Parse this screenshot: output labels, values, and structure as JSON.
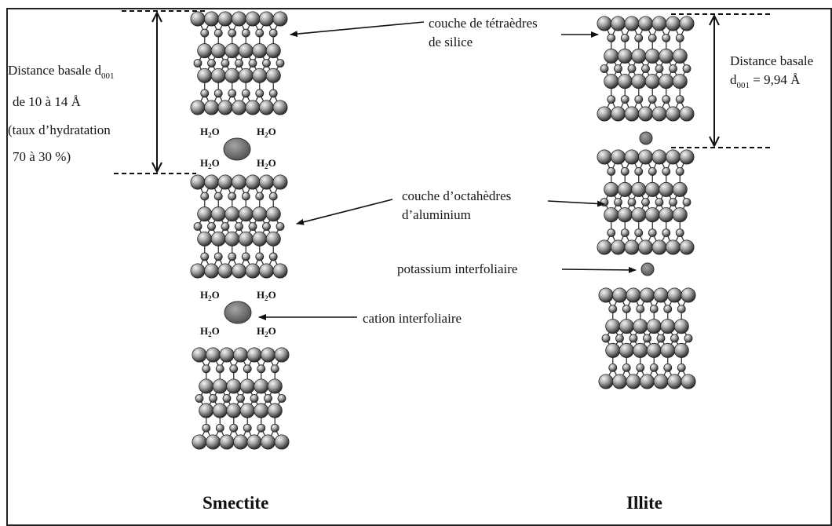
{
  "labels": {
    "silica_line1": "couche de tétraèdres",
    "silica_line2": "de silice",
    "octa_line1": "couche d’octahèdres",
    "octa_line2": "d’aluminium",
    "potassium": "potassium interfoliaire",
    "cation": "cation interfoliaire"
  },
  "smectite": {
    "title": "Smectite",
    "basal_line1_prefix": "Distance basale d",
    "basal_line1_sub": "001",
    "basal_line2": "de 10 à 14 Å",
    "basal_line3": "(taux d’hydratation",
    "basal_line4": "70 à 30 %)",
    "water": "H",
    "water_sub": "2",
    "water_suffix": "O"
  },
  "illite": {
    "title": "Illite",
    "basal_line1": "Distance basale",
    "basal_line2_prefix": "d",
    "basal_line2_sub": "001",
    "basal_line2_suffix": " = 9,94 Å"
  },
  "colors": {
    "frame": "#222222",
    "sphere_light": "#e6e6e6",
    "sphere_dark": "#3a3a3a",
    "cation": "#7a7a7a"
  }
}
